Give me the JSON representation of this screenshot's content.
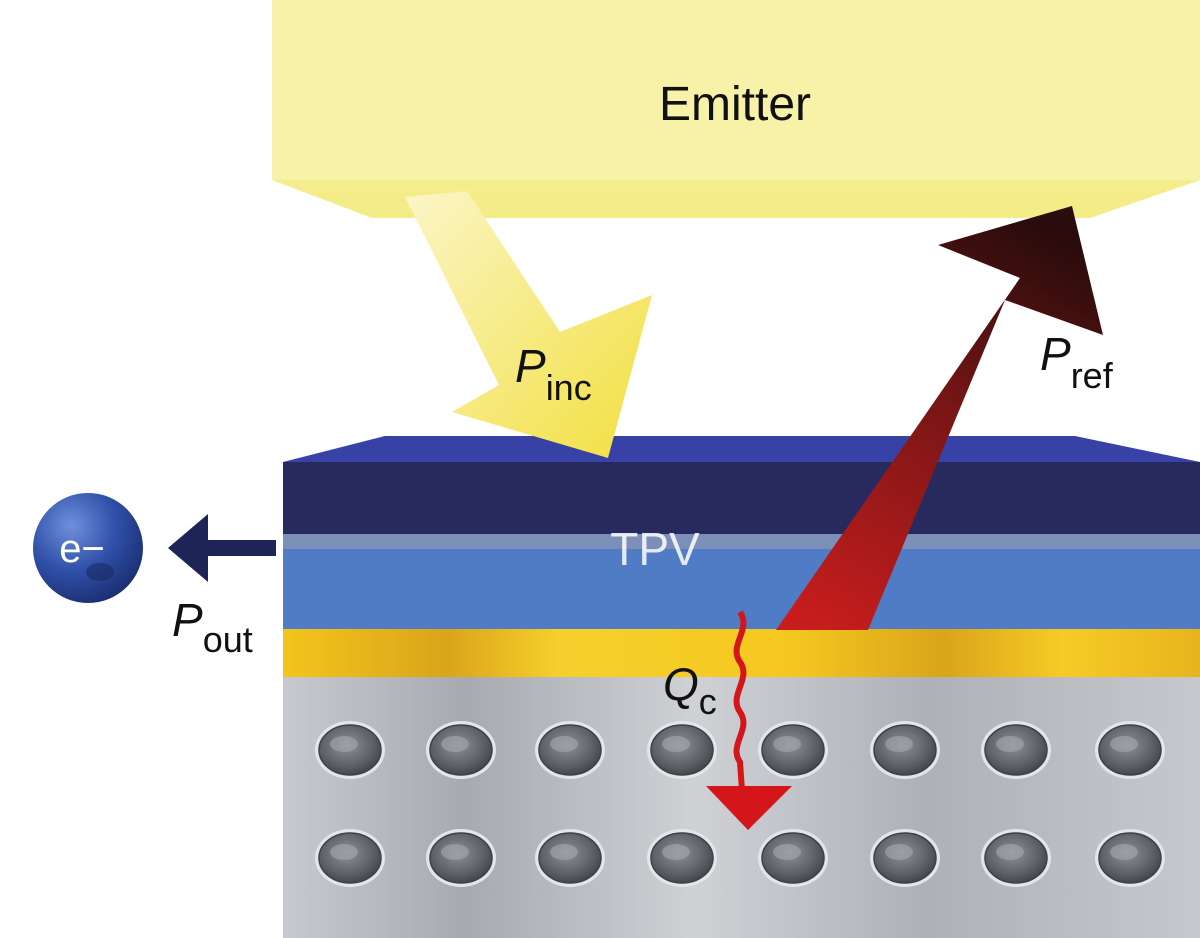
{
  "emitter": {
    "label": "Emitter",
    "color": "#f7ee8a"
  },
  "tpv": {
    "label": "TPV"
  },
  "electron": {
    "label": "e−",
    "color": "#2f4fa8"
  },
  "arrows": {
    "incident": {
      "symbol": "P",
      "subscript": "inc",
      "color": "#f2e35a"
    },
    "reflected": {
      "symbol": "P",
      "subscript": "ref",
      "color": "#b01c1c"
    },
    "output": {
      "symbol": "P",
      "subscript": "out",
      "color": "#1e2456"
    },
    "heat": {
      "symbol": "Q",
      "subscript": "c",
      "color": "#d4161b"
    }
  },
  "layers": [
    {
      "name": "top-absorber",
      "color": "#262a5e"
    },
    {
      "name": "active",
      "color": "#4f7cc4"
    },
    {
      "name": "gold-reflector",
      "color": "#f0bf1e"
    },
    {
      "name": "substrate",
      "color": "#b9bcc2"
    }
  ]
}
